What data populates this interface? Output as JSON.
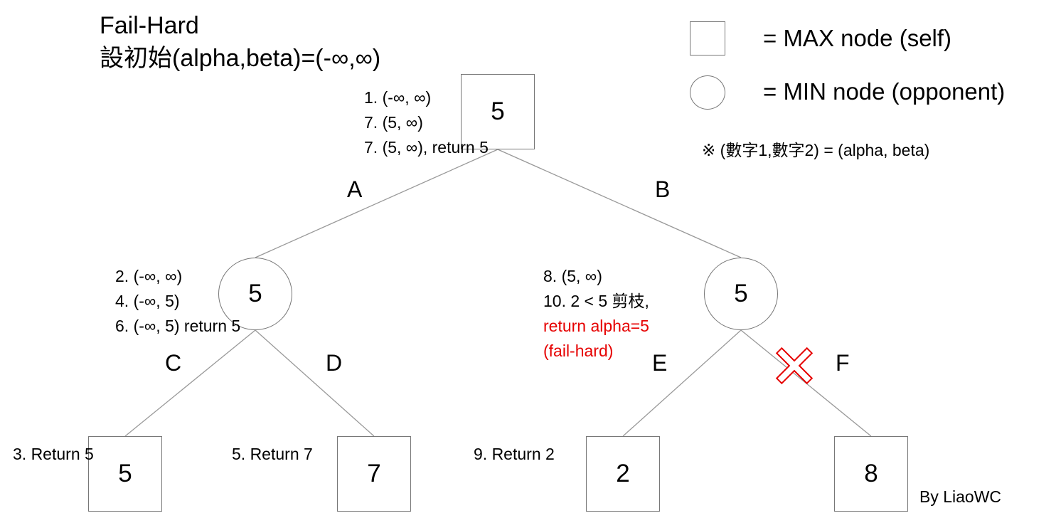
{
  "title": "Fail-Hard",
  "subtitle": "設初始(alpha,beta)=(-∞,∞)",
  "legend": {
    "max_label": "= MAX node (self)",
    "min_label": "= MIN node (opponent)",
    "note": "※ (數字1,數字2) = (alpha, beta)"
  },
  "nodes": {
    "root": "5",
    "min_left": "5",
    "min_right": "5",
    "leaf_c": "5",
    "leaf_d": "7",
    "leaf_e": "2",
    "leaf_f": "8"
  },
  "edges": {
    "a": "A",
    "b": "B",
    "c": "C",
    "d": "D",
    "e": "E",
    "f": "F"
  },
  "annotations": {
    "root": [
      "1. (-∞, ∞)",
      "7. (5, ∞)",
      "7. (5, ∞), return 5"
    ],
    "min_left": [
      "2. (-∞, ∞)",
      "4. (-∞, 5)",
      "6. (-∞, 5) return 5"
    ],
    "min_right": [
      "8. (5, ∞)",
      "10. 2 < 5 剪枝,"
    ],
    "min_right_red": [
      "return alpha=5",
      "(fail-hard)"
    ],
    "leaf_c": "3. Return 5",
    "leaf_d": "5. Return 7",
    "leaf_e": "9. Return 2"
  },
  "credit": "By LiaoWC",
  "colors": {
    "line": "#999999",
    "node_border": "#777777",
    "prune": "#e60000"
  }
}
